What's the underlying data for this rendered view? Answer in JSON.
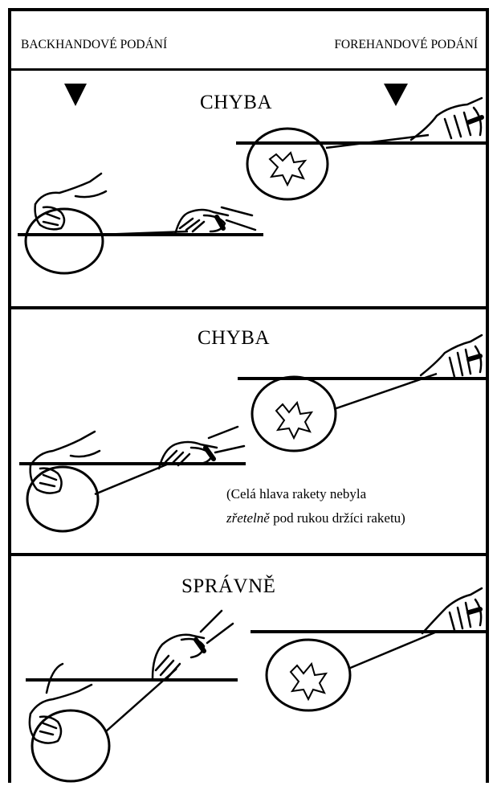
{
  "header": {
    "left_label": "BACKHANDOVÉ PODÁNÍ",
    "right_label": "FOREHANDOVÉ PODÁNÍ"
  },
  "panels": [
    {
      "title": "CHYBA"
    },
    {
      "title": "CHYBA",
      "note_line1": "(Celá hlava rakety nebyla",
      "note_line2_italic": "zřetelně",
      "note_line2_rest": " pod rukou držíci raketu)"
    },
    {
      "title": "SPRÁVNĚ"
    }
  ]
}
